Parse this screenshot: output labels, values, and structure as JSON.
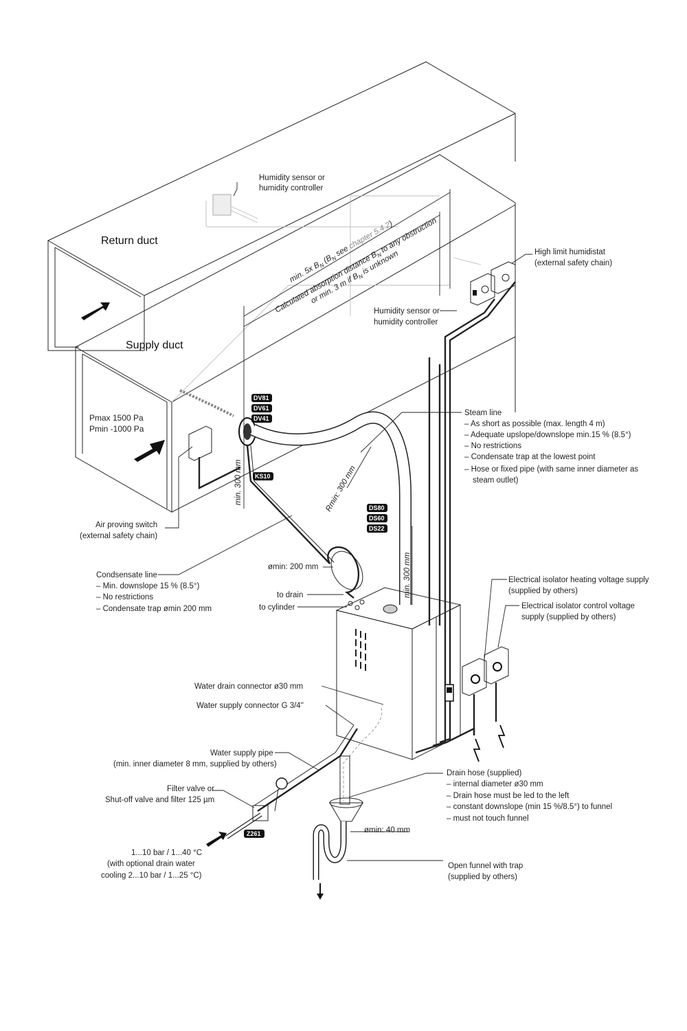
{
  "ducts": {
    "return": "Return duct",
    "supply": "Supply duct",
    "pmax": "Pmax 1500 Pa",
    "pmin": "Pmin -1000 Pa"
  },
  "labels": {
    "humidity_sensor_top": [
      "Humidity sensor or",
      "humidity controller"
    ],
    "humidity_sensor_mid": [
      "Humidity sensor or",
      "humidity controller"
    ],
    "high_limit": [
      "High limit humidistat",
      "(external safety chain)"
    ],
    "air_proving": [
      "Air proving switch",
      "(external safety chain)"
    ],
    "condensate": [
      "Condsensate line",
      "– Min. downslope 15 % (8.5°)",
      "– No restrictions",
      "– Condensate trap ømin 200 mm"
    ],
    "steam_line": [
      "Steam line",
      "– As short as possible (max. length 4 m)",
      "– Adequate upslope/downslope min.15 % (8.5°)",
      "– No restrictions",
      "– Condensate trap at the lowest point",
      "– Hose or fixed pipe (with same inner diameter as",
      "steam outlet)"
    ],
    "omin200": "ømin: 200 mm",
    "to_drain": "to drain",
    "to_cylinder": "to cylinder",
    "iso_heating": [
      "Electrical isolator heating voltage supply",
      "(supplied by others)"
    ],
    "iso_control": [
      "Electrical isolator control voltage",
      "supply (supplied by others)"
    ],
    "water_drain_conn": "Water drain connector ø30 mm",
    "water_supply_conn": "Water supply connector G 3/4\"",
    "water_supply_pipe": [
      "Water supply pipe",
      "(min. inner diameter 8 mm, supplied by others)"
    ],
    "filter_valve": [
      "Filter valve or",
      "Shut-off valve and filter 125 µm"
    ],
    "pressure": [
      "1...10 bar  / 1...40 °C",
      "(with optional drain water",
      "cooling 2...10 bar  / 1...25 °C)"
    ],
    "drain_hose": [
      "Drain hose (supplied)",
      "– internal diameter ø30 mm",
      "– Drain hose must be led to the left",
      "– constant downslope (min 15 %/8.5°) to funnel",
      "– must not touch funnel"
    ],
    "omin40": "ømin: 40 mm",
    "funnel": [
      "Open funnel with trap",
      "(supplied by others)"
    ]
  },
  "dimensions": {
    "min_5x": "min. 5x B",
    "min_5x_sub": "N",
    "min_5x_rest": " (B",
    "min_5x_sub2": "N",
    "min_5x_see": " see ",
    "min_5x_chapter": "chapter 5.4.2",
    "min_5x_close": ")",
    "calc_line1": "Calculated absorption distance B",
    "calc_line1_sub": "N",
    "calc_line1_rest": " to any obstruction",
    "calc_line2": "or min. 3 m if B",
    "calc_line2_sub": "N",
    "calc_line2_rest": " is unknown",
    "min300_left": "min. 300 mm",
    "min300_right": "min. 300 mm",
    "rmin300": "Rmin: 300 mm"
  },
  "tags": {
    "dv": [
      "DV81",
      "DV61",
      "DV41"
    ],
    "ks": "KS10",
    "ds": [
      "DS80",
      "DS60",
      "DS22"
    ],
    "z": "Z261"
  },
  "colors": {
    "line": "#222222",
    "chapter": "#8a8a8a"
  }
}
